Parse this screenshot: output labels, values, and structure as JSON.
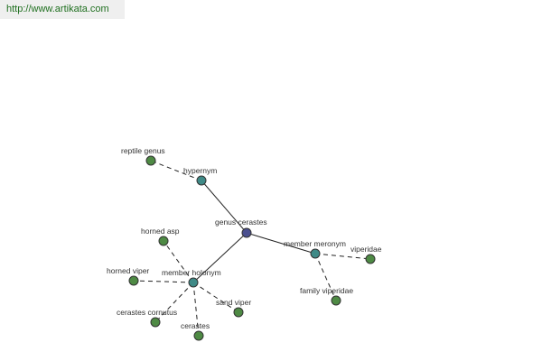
{
  "header": {
    "url_text": "http://www.artikata.com"
  },
  "colors": {
    "center_node": "#4a4f8f",
    "relation_node": "#3f8a87",
    "leaf_node": "#4e8a44",
    "url_bar_bg": "#efefef",
    "url_text": "#1f6f1f"
  },
  "graph": {
    "center": {
      "id": "genus",
      "label": "genus cerastes"
    },
    "relations": [
      {
        "id": "hyper",
        "label": "hypernym"
      },
      {
        "id": "merm",
        "label": "member meronym"
      },
      {
        "id": "memh",
        "label": "member holonym"
      }
    ],
    "leaves": [
      {
        "id": "reptile",
        "label": "reptile genus",
        "parent": "hyper"
      },
      {
        "id": "viperidae",
        "label": "viperidae",
        "parent": "merm"
      },
      {
        "id": "family",
        "label": "family viperidae",
        "parent": "merm"
      },
      {
        "id": "hasp",
        "label": "horned asp",
        "parent": "memh"
      },
      {
        "id": "hviper",
        "label": "horned viper",
        "parent": "memh"
      },
      {
        "id": "sviper",
        "label": "sand viper",
        "parent": "memh"
      },
      {
        "id": "ccornutus",
        "label": "cerastes cornutus",
        "parent": "memh"
      },
      {
        "id": "cerastes",
        "label": "cerastes",
        "parent": "memh"
      }
    ]
  }
}
